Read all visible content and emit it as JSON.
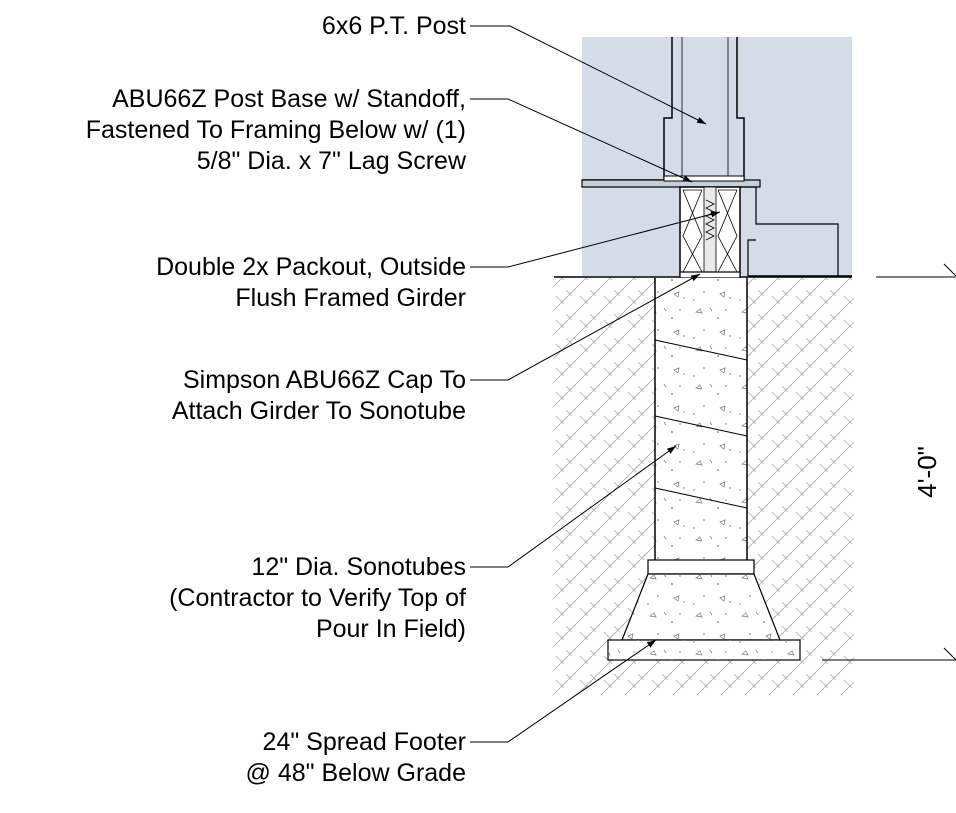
{
  "callouts": [
    {
      "id": "post",
      "lines": [
        "6x6 P.T. Post"
      ]
    },
    {
      "id": "post-base",
      "lines": [
        "ABU66Z Post Base w/ Standoff,",
        "Fastened To Framing Below w/ (1)",
        "5/8\" Dia. x 7\" Lag Screw"
      ]
    },
    {
      "id": "packout",
      "lines": [
        "Double 2x Packout, Outside",
        "Flush Framed Girder"
      ]
    },
    {
      "id": "cap",
      "lines": [
        "Simpson ABU66Z Cap  To",
        "Attach Girder To Sonotube"
      ]
    },
    {
      "id": "sonotube",
      "lines": [
        "12\" Dia. Sonotubes",
        "(Contractor to Verify Top of",
        "Pour In Field)"
      ]
    },
    {
      "id": "footer",
      "lines": [
        "24\" Spread Footer",
        "@ 48\" Below Grade"
      ]
    }
  ],
  "dimension": {
    "label": "4'-0\""
  },
  "colors": {
    "framing_fill": "#d4dce8",
    "line": "#000000",
    "hatch": "#9a9a9a"
  }
}
